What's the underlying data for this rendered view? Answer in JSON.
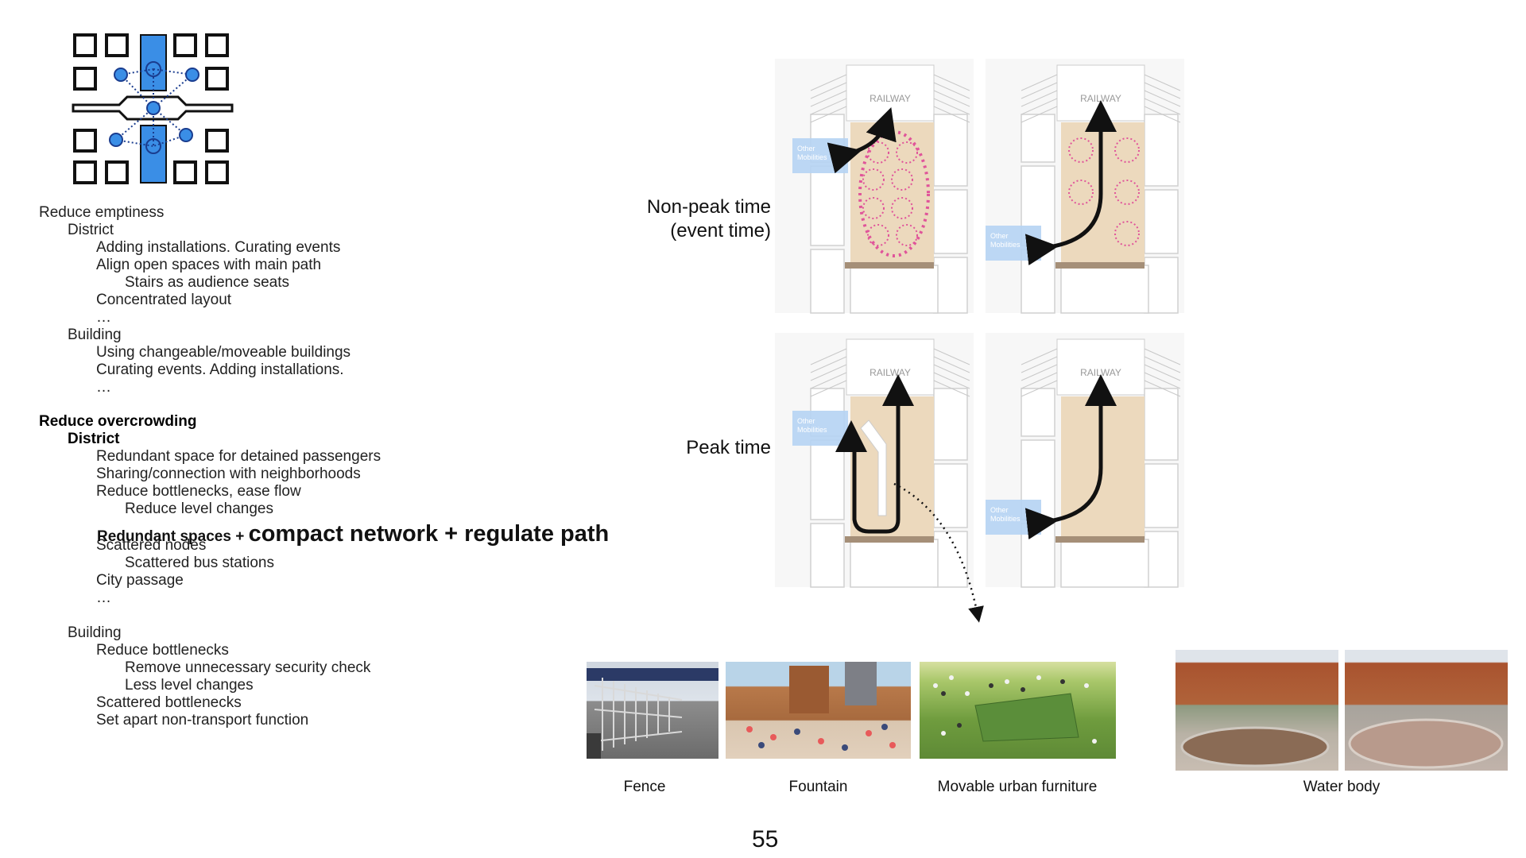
{
  "outline": [
    {
      "text": "Reduce emptiness",
      "level": 0,
      "bold": false
    },
    {
      "text": "District",
      "level": 1,
      "bold": false
    },
    {
      "text": "Adding installations. Curating events",
      "level": 2,
      "bold": false
    },
    {
      "text": "Align open spaces with main path",
      "level": 2,
      "bold": false
    },
    {
      "text": "Stairs as audience seats",
      "level": 3,
      "bold": false
    },
    {
      "text": "Concentrated layout",
      "level": 2,
      "bold": false
    },
    {
      "text": "…",
      "level": 2,
      "bold": false
    },
    {
      "text": "Building",
      "level": 1,
      "bold": false
    },
    {
      "text": "Using changeable/moveable buildings",
      "level": 2,
      "bold": false
    },
    {
      "text": "Curating events. Adding installations.",
      "level": 2,
      "bold": false
    },
    {
      "text": "…",
      "level": 2,
      "bold": false
    },
    {
      "text": "Reduce overcrowding",
      "level": 0,
      "bold": true
    },
    {
      "text": "District",
      "level": 1,
      "bold": true
    },
    {
      "text": "Redundant space for detained passengers",
      "level": 2,
      "bold": false
    },
    {
      "text": "Sharing/connection with neighborhoods",
      "level": 2,
      "bold": false
    },
    {
      "text": "Reduce bottlenecks, ease flow",
      "level": 2,
      "bold": false
    },
    {
      "text": "Reduce level changes",
      "level": 3,
      "bold": false
    },
    {
      "text": "Scattered nodes",
      "level": 2,
      "bold": false
    },
    {
      "text": "Scattered bus stations",
      "level": 3,
      "bold": false
    },
    {
      "text": "City passage",
      "level": 2,
      "bold": false
    },
    {
      "text": "…",
      "level": 2,
      "bold": false
    },
    {
      "text": "Building",
      "level": 1,
      "bold": false
    },
    {
      "text": "Reduce bottlenecks",
      "level": 2,
      "bold": false
    },
    {
      "text": "Remove unnecessary security check",
      "level": 3,
      "bold": false
    },
    {
      "text": "Less level changes",
      "level": 3,
      "bold": false
    },
    {
      "text": "Scattered bottlenecks",
      "level": 2,
      "bold": false
    },
    {
      "text": "Set apart non-transport function",
      "level": 2,
      "bold": false
    }
  ],
  "highlight": {
    "small": "Redundant spaces + ",
    "big": "compact network + regulate path"
  },
  "scenario_labels": {
    "nonpeak_line1": "Non-peak time",
    "nonpeak_line2": "(event time)",
    "peak": "Peak time"
  },
  "diagram_text": {
    "railway": "RAILWAY",
    "other_mobilities_1": "Other",
    "other_mobilities_2": "Mobilities"
  },
  "captions": {
    "fence": "Fence",
    "fountain": "Fountain",
    "furniture": "Movable urban furniture",
    "water": "Water body"
  },
  "page_number": "55",
  "colors": {
    "accent_blue": "#3a8ee6",
    "plaza": "#ecd9bd",
    "event_pink": "#e0549a",
    "mobility_blue": "#b5d3f3"
  }
}
